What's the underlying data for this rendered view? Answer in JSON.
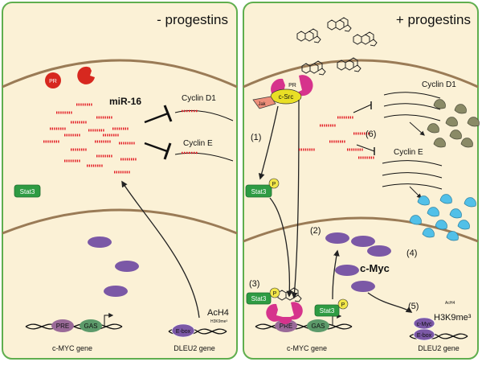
{
  "colors": {
    "panel_border": "#5fae4e",
    "panel_fill": "#fbf1d6",
    "membrane": "#9a7b56",
    "mirna": "#e21b23",
    "pr_red": "#d7281f",
    "pr_magenta": "#d6338c",
    "stat3": "#2e9b43",
    "phospho": "#f2e64a",
    "csrc": "#e9df25",
    "jak": "#ee8f7a",
    "cmyc_protein": "#7b58a6",
    "pre_box": "#9a6a98",
    "gas_box": "#5c9a6a",
    "cyclin_d1_protein": "#8a8a66",
    "cyclin_e_protein": "#52c0e8",
    "arrow": "#222222"
  },
  "left_panel": {
    "title": "- progestins",
    "pr_label": "PR",
    "mir_label": "miR-16",
    "cyclin_d1": "Cyclin D1",
    "cyclin_e": "Cyclin E",
    "stat3": "Stat3",
    "pre": "PRE",
    "gas": "GAS",
    "ebox": "E-box",
    "ach4": "AcH4",
    "h3k9": "H3K9me³",
    "cmyc_gene": "c-MYC gene",
    "dleu2_gene": "DLEU2 gene"
  },
  "right_panel": {
    "title": "+ progestins",
    "pr_label": "PR",
    "csrc": "c-Src",
    "jak": "Jak",
    "step1": "(1)",
    "step2": "(2)",
    "step3": "(3)",
    "step4": "(4)",
    "step5": "(5)",
    "step6": "(6)",
    "stat3_upper": "Stat3",
    "stat3_lower_left": "Stat3",
    "stat3_lower_right": "Stat3",
    "phospho": "P",
    "cmyc_label": "c-Myc",
    "cyclin_d1": "Cyclin D1",
    "cyclin_e": "Cyclin E",
    "pre": "PRE",
    "gas": "GAS",
    "cmyc_bound": "c-Myc",
    "ebox": "E-box",
    "ach4": "AcH4",
    "h3k9": "H3K9me³",
    "cmyc_gene": "c-MYC gene",
    "dleu2_gene": "DLEU2 gene"
  }
}
